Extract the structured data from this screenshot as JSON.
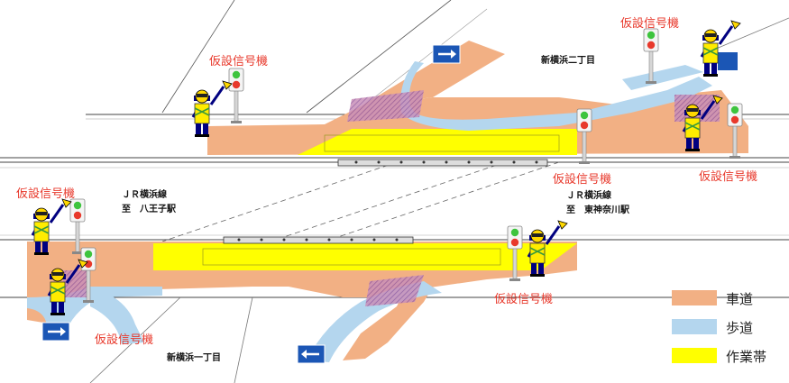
{
  "signal_label": "仮設信号機",
  "places": {
    "shinyokohama_2": "新横浜二丁目",
    "shinyokohama_1": "新横浜一丁目",
    "jr_line_left": "ＪＲ横浜線",
    "to_hachioji": "至　八王子駅",
    "jr_line_right": "ＪＲ横浜線",
    "to_higashikanagawa": "至　東神奈川駅"
  },
  "legend": [
    {
      "label": "車道",
      "color": "#f2b084"
    },
    {
      "label": "歩道",
      "color": "#b4d6ee"
    },
    {
      "label": "作業帯",
      "color": "#ffff00"
    }
  ],
  "colors": {
    "roadway": "#f2b084",
    "sidewalk": "#b4d6ee",
    "work_zone": "#ffff00",
    "crosswalk": "#b389c8",
    "signal_red": "#e8392c",
    "signal_green": "#3ec43e"
  },
  "icons": [
    "flagger-icon",
    "temporary-signal-icon",
    "one-way-arrow-sign-icon"
  ]
}
